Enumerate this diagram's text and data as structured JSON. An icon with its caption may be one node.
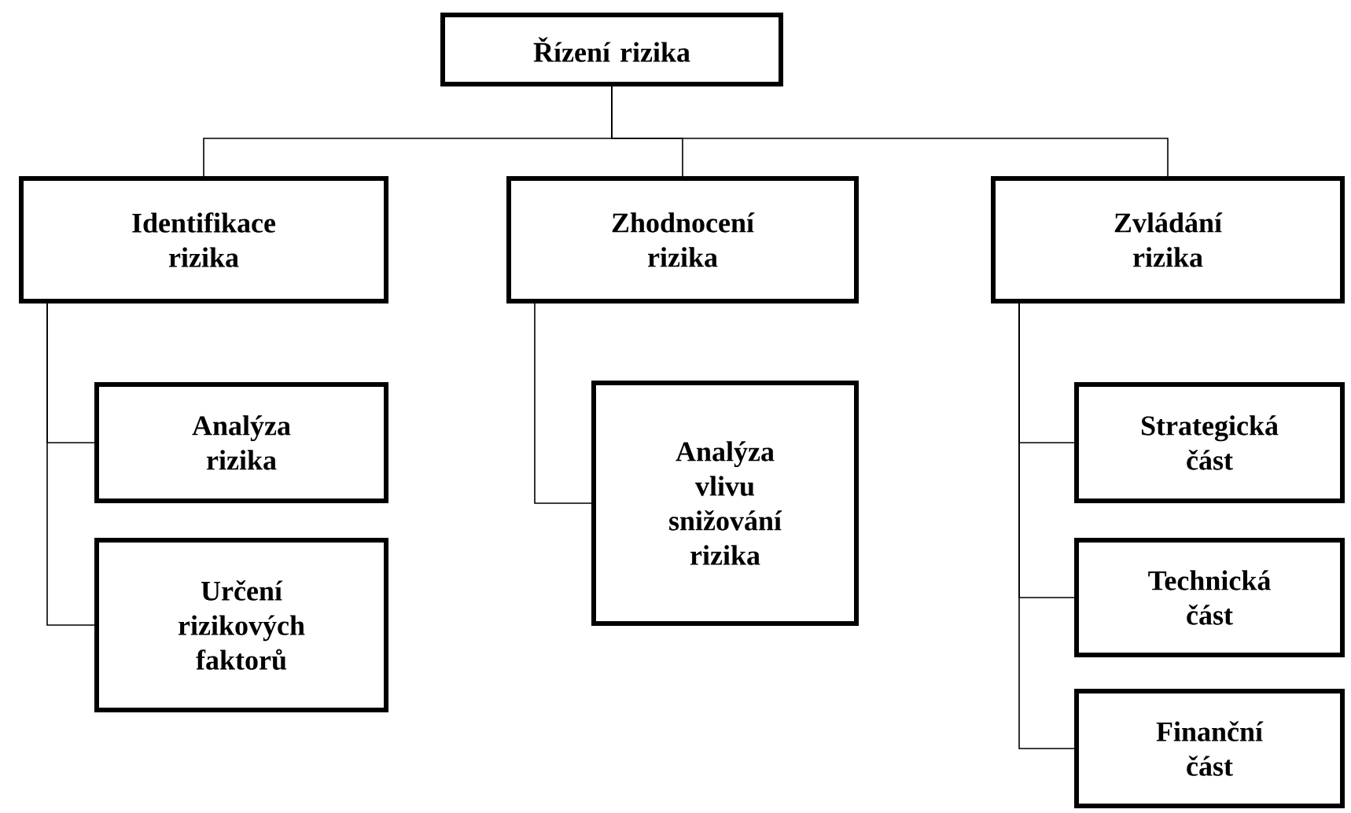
{
  "diagram": {
    "nodes": [
      {
        "text": [
          "Řízení rizika"
        ]
      },
      {
        "text": [
          "Identifikace rizika"
        ]
      },
      {
        "text": [
          "Zhodnocení rizika"
        ]
      },
      {
        "text": [
          "Zvládání rizika"
        ]
      },
      {
        "text": [
          "Analýza rizika"
        ]
      },
      {
        "text": [
          "Určení rizikových faktorů"
        ]
      },
      {
        "text": [
          "Analýza vlivu snižování rizika"
        ]
      },
      {
        "text": [
          "Strategická část"
        ]
      },
      {
        "text": [
          "Technická část"
        ]
      },
      {
        "text": [
          "Finanční část"
        ]
      }
    ],
    "edges": [
      {
        "from": 0,
        "to": 1,
        "arrow": "none"
      },
      {
        "from": 0,
        "to": 2,
        "arrow": "none"
      },
      {
        "from": 0,
        "to": 3,
        "arrow": "none"
      },
      {
        "from": 1,
        "to": 4,
        "arrow": "none"
      },
      {
        "from": 1,
        "to": 5,
        "arrow": "none"
      },
      {
        "from": 2,
        "to": 6,
        "arrow": "none"
      },
      {
        "from": 3,
        "to": 7,
        "arrow": "none"
      },
      {
        "from": 3,
        "to": 8,
        "arrow": "none"
      },
      {
        "from": 3,
        "to": 9,
        "arrow": "none"
      }
    ]
  }
}
